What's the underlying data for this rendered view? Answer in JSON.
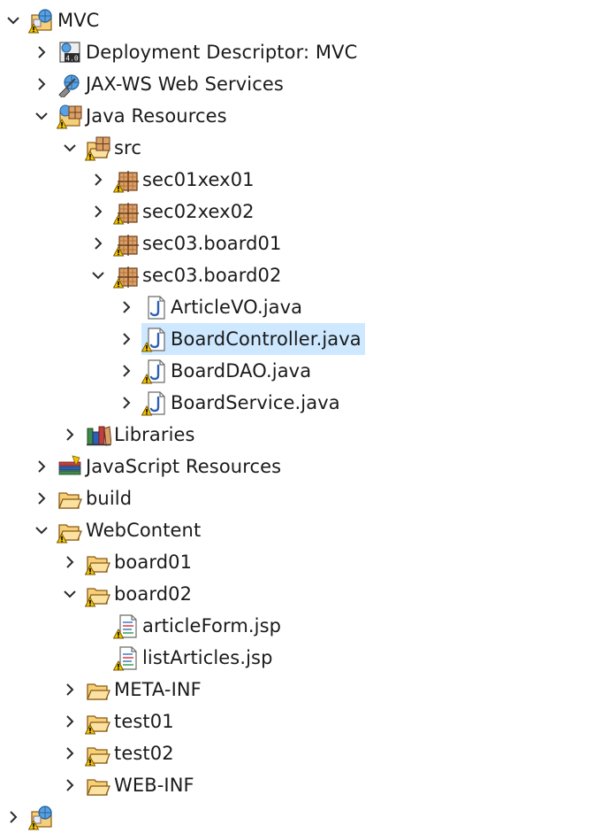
{
  "colors": {
    "selection": "#cde8ff",
    "chevron": "#2b2b2b",
    "folder_fill": "#f6cf79",
    "folder_stroke": "#8a5a12",
    "package_fill": "#c98a4a",
    "package_stroke": "#6b3b14",
    "warning": "#f2c200",
    "java_blue": "#2f5fb3"
  },
  "tree": {
    "rows": [
      {
        "id": "mvc",
        "label": "MVC",
        "depth": 0,
        "chevron": "down",
        "icon": "web-project-icon",
        "warn": true,
        "selected": false
      },
      {
        "id": "deployment-descriptor",
        "label": "Deployment Descriptor: MVC",
        "depth": 1,
        "chevron": "right",
        "icon": "deployment-descriptor-icon",
        "warn": false,
        "selected": false
      },
      {
        "id": "jax-ws",
        "label": "JAX-WS Web Services",
        "depth": 1,
        "chevron": "right",
        "icon": "web-services-icon",
        "warn": false,
        "selected": false
      },
      {
        "id": "java-resources",
        "label": "Java Resources",
        "depth": 1,
        "chevron": "down",
        "icon": "java-resources-icon",
        "warn": true,
        "selected": false
      },
      {
        "id": "src",
        "label": "src",
        "depth": 2,
        "chevron": "down",
        "icon": "source-folder-icon",
        "warn": true,
        "selected": false
      },
      {
        "id": "pkg-sec01xex01",
        "label": "sec01xex01",
        "depth": 3,
        "chevron": "right",
        "icon": "package-icon",
        "warn": true,
        "selected": false
      },
      {
        "id": "pkg-sec02xex02",
        "label": "sec02xex02",
        "depth": 3,
        "chevron": "right",
        "icon": "package-icon",
        "warn": true,
        "selected": false
      },
      {
        "id": "pkg-sec03-board01",
        "label": "sec03.board01",
        "depth": 3,
        "chevron": "right",
        "icon": "package-icon",
        "warn": true,
        "selected": false
      },
      {
        "id": "pkg-sec03-board02",
        "label": "sec03.board02",
        "depth": 3,
        "chevron": "down",
        "icon": "package-icon",
        "warn": true,
        "selected": false
      },
      {
        "id": "file-articlevo",
        "label": "ArticleVO.java",
        "depth": 4,
        "chevron": "right",
        "icon": "java-file-icon",
        "warn": false,
        "selected": false
      },
      {
        "id": "file-boardcontroller",
        "label": "BoardController.java",
        "depth": 4,
        "chevron": "right",
        "icon": "java-file-icon",
        "warn": true,
        "selected": true
      },
      {
        "id": "file-boarddao",
        "label": "BoardDAO.java",
        "depth": 4,
        "chevron": "right",
        "icon": "java-file-icon",
        "warn": true,
        "selected": false
      },
      {
        "id": "file-boardservice",
        "label": "BoardService.java",
        "depth": 4,
        "chevron": "right",
        "icon": "java-file-icon",
        "warn": true,
        "selected": false
      },
      {
        "id": "libraries",
        "label": "Libraries",
        "depth": 2,
        "chevron": "right",
        "icon": "libraries-icon",
        "warn": false,
        "selected": false
      },
      {
        "id": "javascript-resources",
        "label": "JavaScript Resources",
        "depth": 1,
        "chevron": "right",
        "icon": "javascript-resources-icon",
        "warn": false,
        "selected": false
      },
      {
        "id": "build",
        "label": "build",
        "depth": 1,
        "chevron": "right",
        "icon": "folder-icon",
        "warn": false,
        "selected": false
      },
      {
        "id": "webcontent",
        "label": "WebContent",
        "depth": 1,
        "chevron": "down",
        "icon": "folder-icon",
        "warn": true,
        "selected": false
      },
      {
        "id": "board01",
        "label": "board01",
        "depth": 2,
        "chevron": "right",
        "icon": "folder-icon",
        "warn": true,
        "selected": false
      },
      {
        "id": "board02",
        "label": "board02",
        "depth": 2,
        "chevron": "down",
        "icon": "folder-icon",
        "warn": true,
        "selected": false
      },
      {
        "id": "file-articleform",
        "label": "articleForm.jsp",
        "depth": 3,
        "chevron": "none",
        "icon": "jsp-file-icon",
        "warn": true,
        "selected": false
      },
      {
        "id": "file-listarticles",
        "label": "listArticles.jsp",
        "depth": 3,
        "chevron": "none",
        "icon": "jsp-file-icon",
        "warn": true,
        "selected": false
      },
      {
        "id": "meta-inf",
        "label": "META-INF",
        "depth": 2,
        "chevron": "right",
        "icon": "folder-icon",
        "warn": false,
        "selected": false
      },
      {
        "id": "test01",
        "label": "test01",
        "depth": 2,
        "chevron": "right",
        "icon": "folder-icon",
        "warn": true,
        "selected": false
      },
      {
        "id": "test02",
        "label": "test02",
        "depth": 2,
        "chevron": "right",
        "icon": "folder-icon",
        "warn": true,
        "selected": false
      },
      {
        "id": "web-inf",
        "label": "WEB-INF",
        "depth": 2,
        "chevron": "right",
        "icon": "folder-icon",
        "warn": false,
        "selected": false
      },
      {
        "id": "next-project",
        "label": "",
        "depth": 0,
        "chevron": "right",
        "icon": "web-project-icon",
        "warn": true,
        "selected": false
      }
    ]
  }
}
